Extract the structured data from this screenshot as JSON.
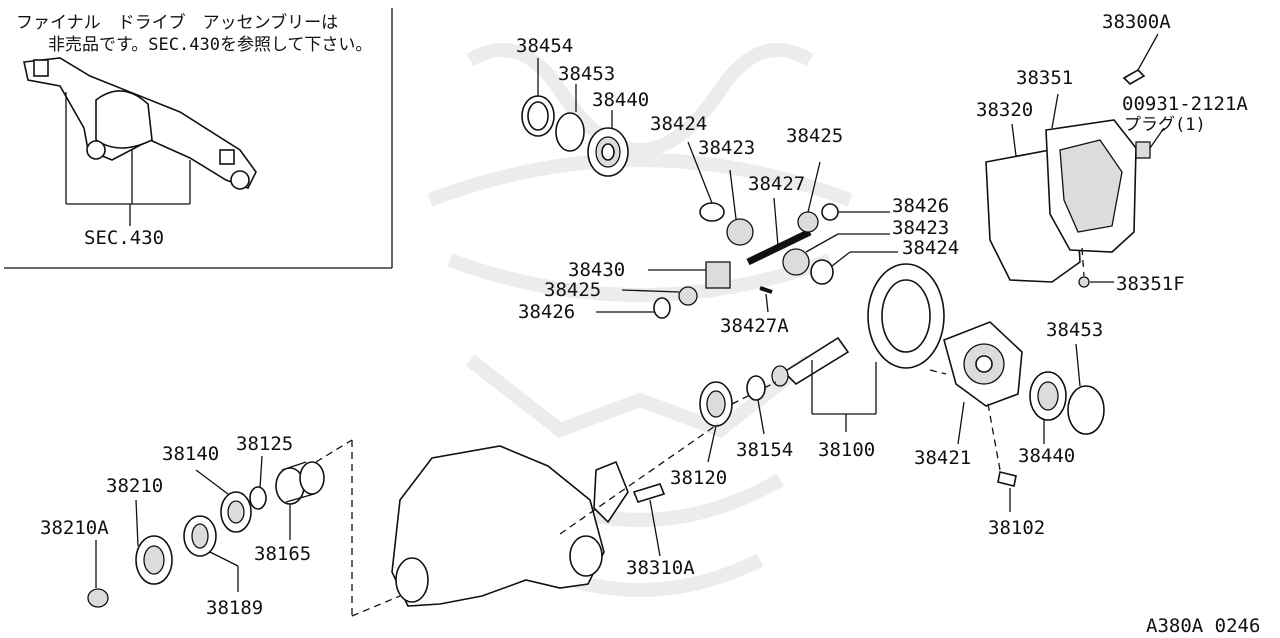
{
  "note": {
    "line1": "ファイナル　ドライブ　アッセンブリーは",
    "line2": "非売品です。SEC.430を参照して下さい。"
  },
  "sec_ref": "SEC.430",
  "plug_note": "プラグ(1)",
  "figure_code": "A380A 0246",
  "part_numbers": {
    "p38454": "38454",
    "p38453_top": "38453",
    "p38440_top": "38440",
    "p38424_a": "38424",
    "p38423_a": "38423",
    "p38425_a": "38425",
    "p38427": "38427",
    "p38426_a": "38426",
    "p38423_b": "38423",
    "p38424_b": "38424",
    "p38430": "38430",
    "p38425_b": "38425",
    "p38426_b": "38426",
    "p38427A": "38427A",
    "p38300A": "38300A",
    "p38351": "38351",
    "p38320": "38320",
    "p00931": "00931-2121A",
    "p38351F": "38351F",
    "p38453_right": "38453",
    "p38421": "38421",
    "p38440_right": "38440",
    "p38102": "38102",
    "p38100": "38100",
    "p38154": "38154",
    "p38120": "38120",
    "p38310A": "38310A",
    "p38140": "38140",
    "p38125": "38125",
    "p38210": "38210",
    "p38210A": "38210A",
    "p38165": "38165",
    "p38189": "38189"
  }
}
